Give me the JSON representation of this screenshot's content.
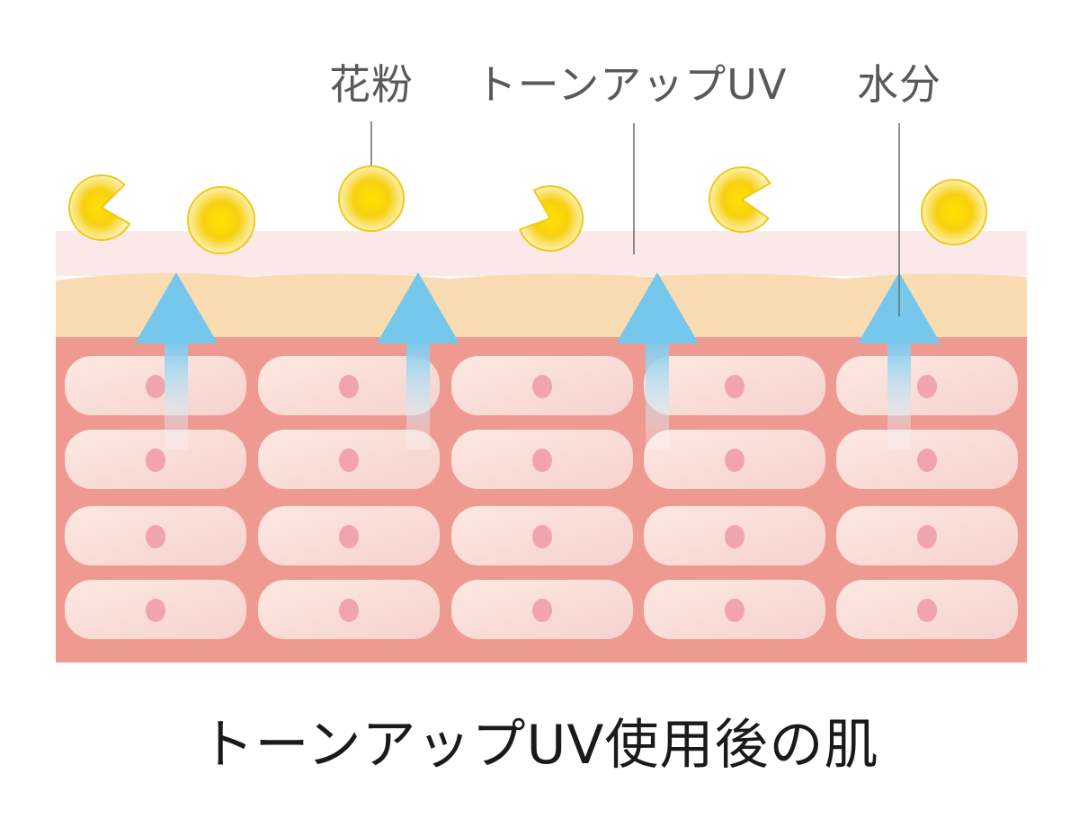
{
  "labels": {
    "pollen": "花粉",
    "tone_up_uv": "トーンアップUV",
    "moisture": "水分"
  },
  "caption": "トーンアップUV使用後の肌",
  "colors": {
    "pollen": "#f6d11c",
    "pollen_outline": "#f0c91a",
    "uv_layer": "#fbe9e9",
    "epidermis": "#f9dcb0",
    "dermis": "#ef9a91",
    "cell": "#fbe1dc",
    "nucleus": "#f1a4ab",
    "arrow": "#76c7ec",
    "text": "#595959"
  },
  "icons": [
    "pollen-particle-icon",
    "moisture-arrow-icon",
    "skin-cell-icon"
  ]
}
